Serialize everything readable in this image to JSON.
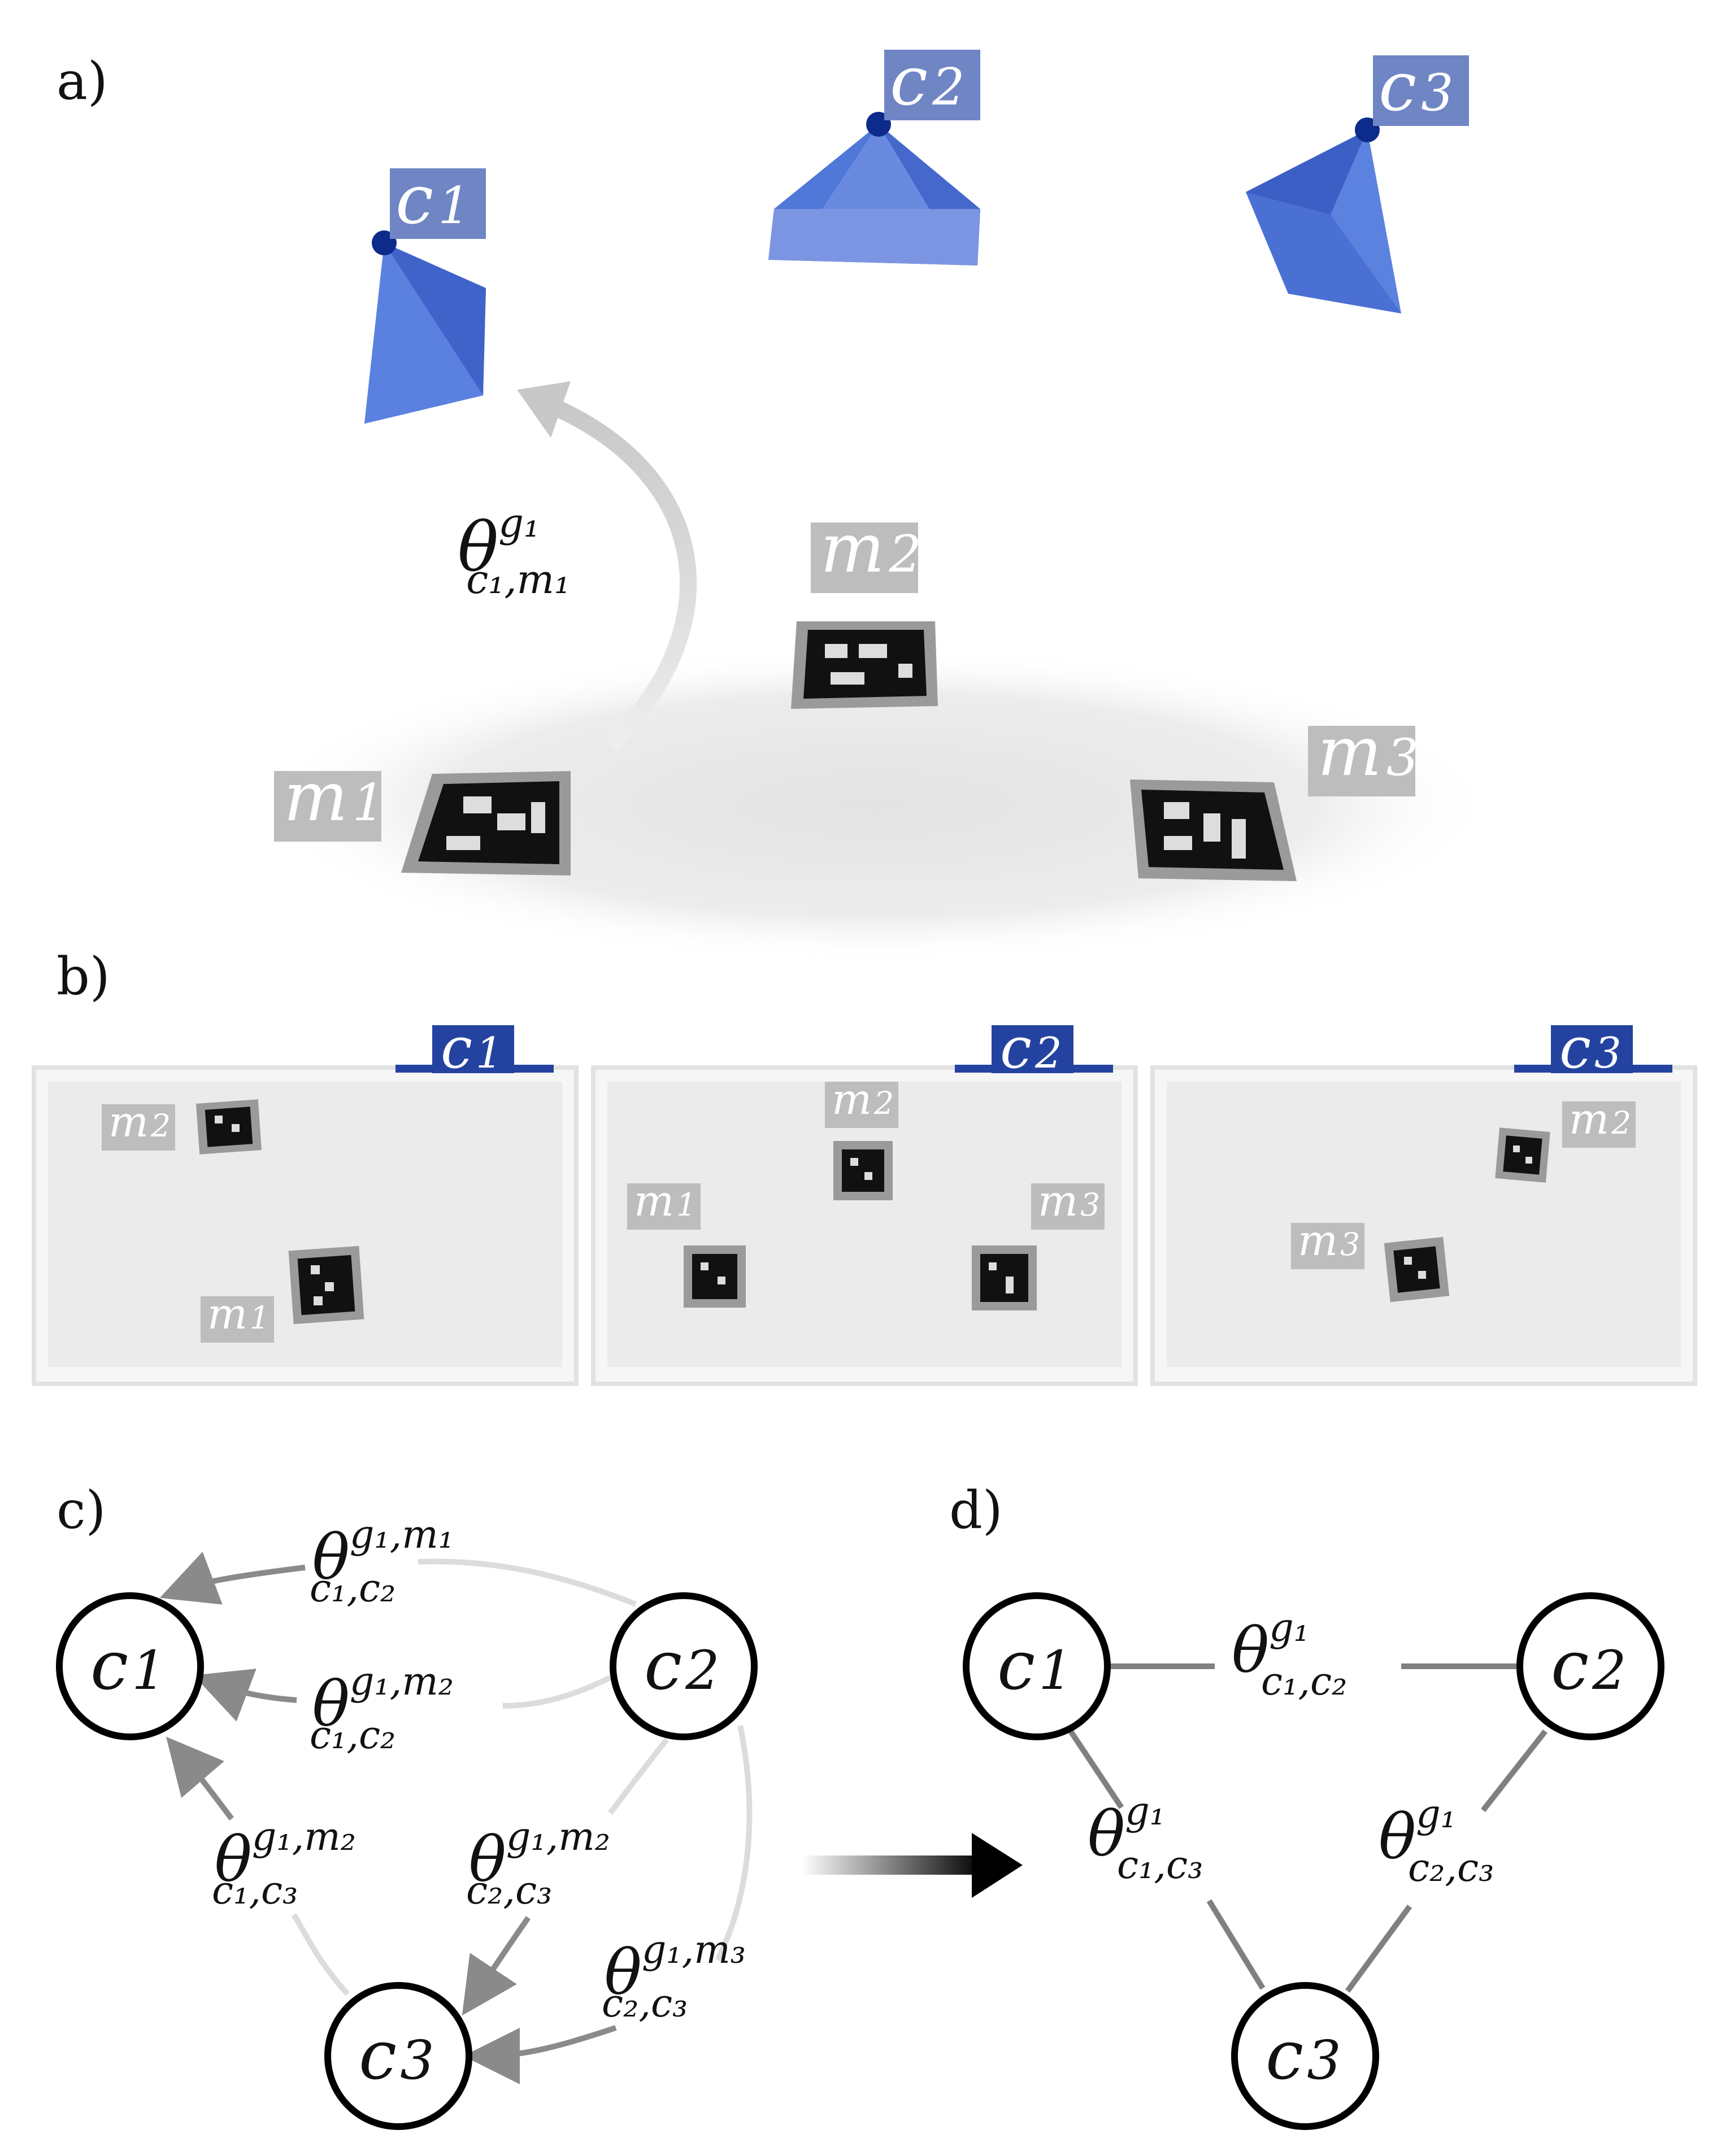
{
  "panels": {
    "a": {
      "letter": "a)"
    },
    "b": {
      "letter": "b)"
    },
    "c": {
      "letter": "c)"
    },
    "d": {
      "letter": "d)"
    }
  },
  "cameras": {
    "c1": "c",
    "c2": "c",
    "c3": "c",
    "sub1": "1",
    "sub2": "2",
    "sub3": "3"
  },
  "markers": {
    "m": "m",
    "sub1": "1",
    "sub2": "2",
    "sub3": "3"
  },
  "edge_a": {
    "theta": "θ",
    "sup": "g₁",
    "sub": "c₁,m₁"
  },
  "edges_c": [
    {
      "theta": "θ",
      "sup": "g₁,m₁",
      "sub": "c₁,c₂"
    },
    {
      "theta": "θ",
      "sup": "g₁,m₂",
      "sub": "c₁,c₂"
    },
    {
      "theta": "θ",
      "sup": "g₁,m₂",
      "sub": "c₁,c₃"
    },
    {
      "theta": "θ",
      "sup": "g₁,m₂",
      "sub": "c₂,c₃"
    },
    {
      "theta": "θ",
      "sup": "g₁,m₃",
      "sub": "c₂,c₃"
    }
  ],
  "edges_d": [
    {
      "theta": "θ",
      "sup": "g₁",
      "sub": "c₁,c₂"
    },
    {
      "theta": "θ",
      "sup": "g₁",
      "sub": "c₁,c₃"
    },
    {
      "theta": "θ",
      "sup": "g₁",
      "sub": "c₂,c₃"
    }
  ],
  "colors": {
    "camera_blue": "#4a6fd0",
    "camera_label": "#6f85c4",
    "view_label": "#2443a0",
    "marker_label": "#bdbdbd",
    "edge_grey": "#8a8a8a"
  }
}
